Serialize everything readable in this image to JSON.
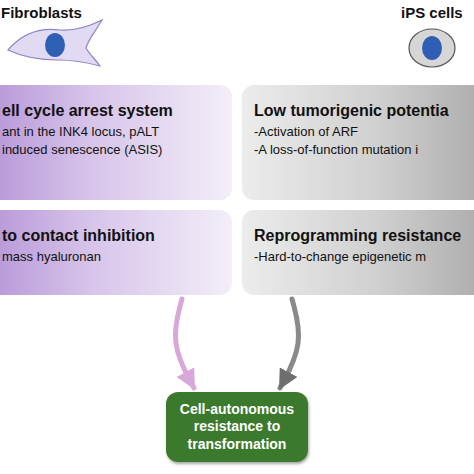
{
  "diagram": {
    "nodes": [
      {
        "text": [
          "ell cycle arrest system",
          "ant in the INK4 locus, pALT",
          "induced senescence (ASIS)"
        ]
      },
      {
        "text": [
          "Low tumorigenic potentia",
          "-Activation of ARF",
          "-A loss-of-function mutation i"
        ]
      },
      {
        "text": [
          "to contact inhibition",
          "mass hyaluronan"
        ]
      },
      {
        "text": [
          "Reprogramming resistance",
          "-Hard-to-change epigenetic m"
        ]
      },
      {
        "text": [
          "Cell-autonomous resistance to transformation"
        ]
      }
    ],
    "edges": [
      {
        "from": 2,
        "to": 4,
        "arrow": "to"
      },
      {
        "from": 3,
        "to": 4,
        "arrow": "to"
      }
    ],
    "labels": [
      "Fibroblasts",
      "iPS cells"
    ]
  }
}
